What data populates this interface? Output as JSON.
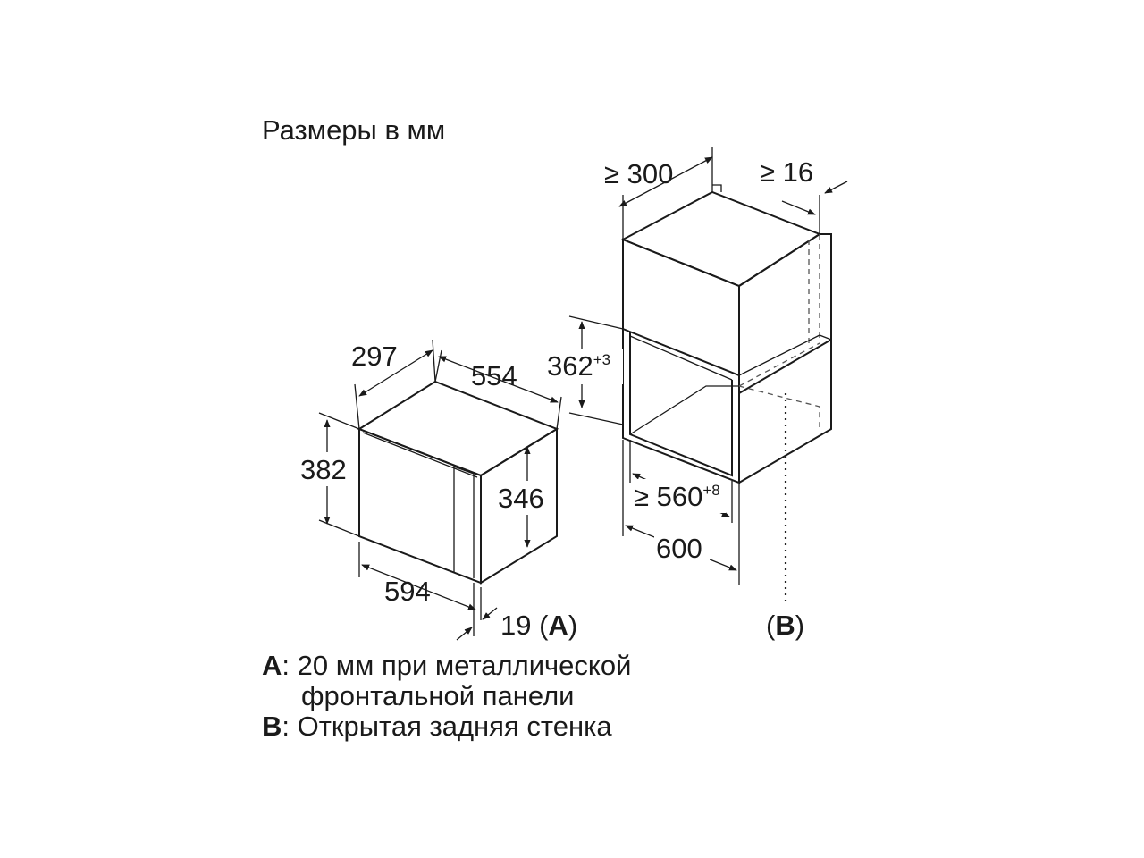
{
  "title": "Размеры в мм",
  "appliance": {
    "depth": "297",
    "width_top": "554",
    "height": "382",
    "inner_height": "346",
    "width_front": "594",
    "front_offset": "19",
    "front_offset_ref_open": " (",
    "front_offset_ref": "A",
    "front_offset_ref_close": ")"
  },
  "niche": {
    "depth_min": "≥ 300",
    "gap_min": "≥ 16",
    "height": "362",
    "height_tolerance": "+3",
    "width_min": "≥ 560",
    "width_tolerance": "+8",
    "cabinet_width": "600",
    "rear_ref_open": "(",
    "rear_ref": "B",
    "rear_ref_close": ")"
  },
  "notes": [
    {
      "key": "A",
      "sep": ": ",
      "line1": "20 мм при металлической",
      "line2": "фронтальной панели"
    },
    {
      "key": "B",
      "sep": ": ",
      "line1": "Открытая задняя стенка"
    }
  ]
}
